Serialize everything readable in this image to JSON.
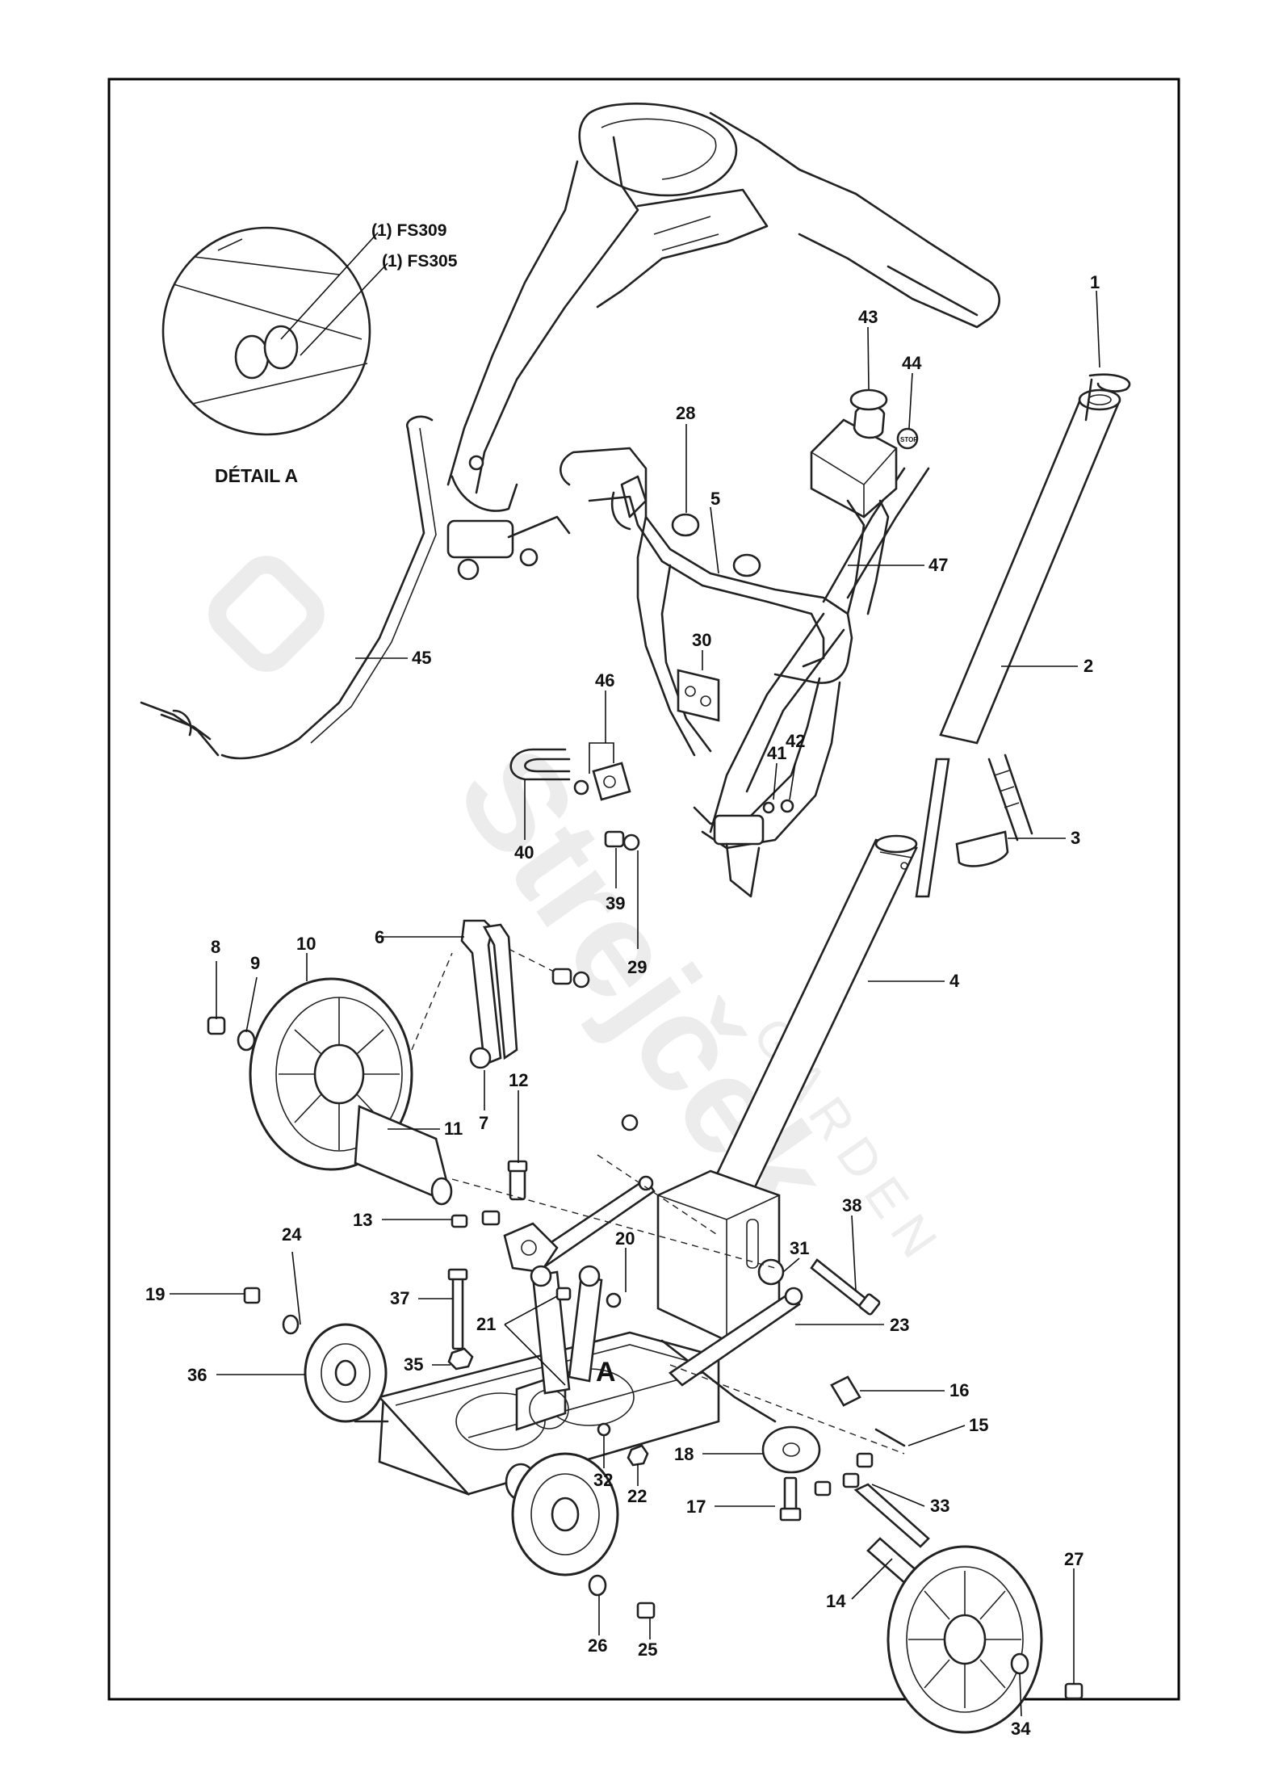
{
  "frame": {
    "border_color": "#000000",
    "background": "#ffffff"
  },
  "watermark": {
    "brand": "Strejček",
    "sub": "GARDEN",
    "color": "#e9e9e9"
  },
  "detail": {
    "title": "DÉTAIL A",
    "labels": [
      "(1) FS309",
      "(1) FS305"
    ]
  },
  "section_marker": "A",
  "stop_label": "STOP",
  "callouts": [
    "1",
    "2",
    "3",
    "4",
    "5",
    "6",
    "7",
    "8",
    "9",
    "10",
    "11",
    "12",
    "13",
    "14",
    "15",
    "16",
    "17",
    "18",
    "19",
    "20",
    "21",
    "22",
    "23",
    "24",
    "25",
    "26",
    "27",
    "28",
    "29",
    "30",
    "31",
    "32",
    "33",
    "34",
    "35",
    "36",
    "37",
    "38",
    "39",
    "40",
    "41",
    "42",
    "43",
    "44",
    "45",
    "46",
    "47"
  ]
}
